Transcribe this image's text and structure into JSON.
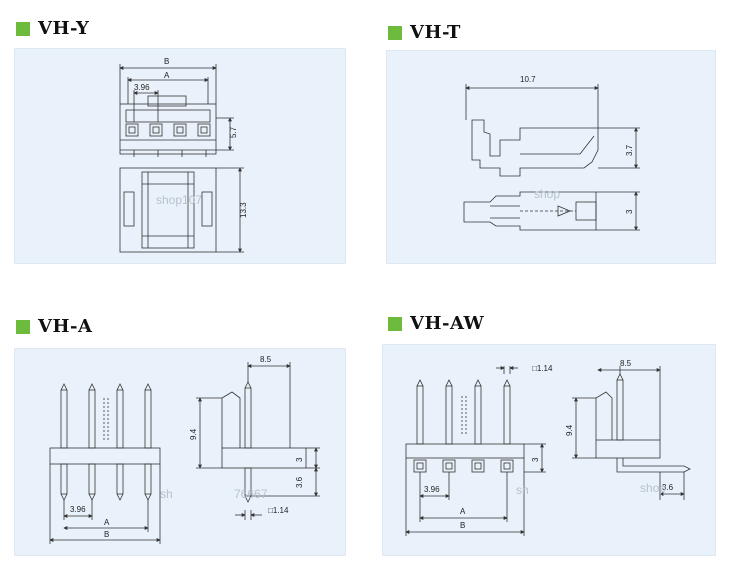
{
  "sections": [
    {
      "id": "vh-y",
      "title": "VH-Y",
      "dims": {
        "b": "B",
        "a": "A",
        "pitch": "3.96",
        "h1": "5.7",
        "h2": "13.3"
      }
    },
    {
      "id": "vh-t",
      "title": "VH-T",
      "dims": {
        "len": "10.7",
        "h1": "3.7",
        "h2": "3"
      }
    },
    {
      "id": "vh-a",
      "title": "VH-A",
      "dims": {
        "w": "8.5",
        "h": "9.4",
        "base": "3",
        "tail": "3.6",
        "pin": "□1.14",
        "pitch": "3.96",
        "a": "A",
        "b": "B"
      }
    },
    {
      "id": "vh-aw",
      "title": "VH-AW",
      "dims": {
        "pin": "□1.14",
        "w": "8.5",
        "h": "9.4",
        "base": "3",
        "tail": "3.6",
        "pitch": "3.96",
        "a": "A",
        "b": "B"
      }
    }
  ],
  "watermarks": {
    "w1": "shop107",
    "w2": "shop",
    "w3": "sh",
    "w4": "76667",
    "w5": "sh",
    "w6": "shop"
  },
  "colors": {
    "accent": "#6cbb3c",
    "panel": "#e9f2fa",
    "line": "#333333"
  }
}
